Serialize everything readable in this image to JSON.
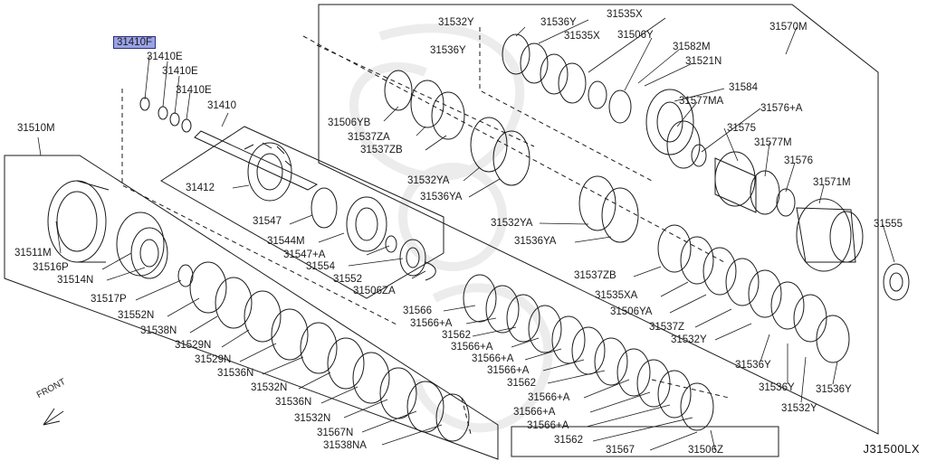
{
  "diagram": {
    "code": "J31500LX",
    "front_label": "FRONT",
    "highlighted": "31410F",
    "labels": {
      "31410F": "31410F",
      "31410E_1": "31410E",
      "31410E_2": "31410E",
      "31410E_3": "31410E",
      "31410": "31410",
      "31510M": "31510M",
      "31412": "31412",
      "31547": "31547",
      "31544M": "31544M",
      "31547A": "31547+A",
      "31554": "31554",
      "31552": "31552",
      "31506ZA": "31506ZA",
      "31511M": "31511M",
      "31516P": "31516P",
      "31514N": "31514N",
      "31517P": "31517P",
      "31552N": "31552N",
      "31538N": "31538N",
      "31529N_1": "31529N",
      "31529N_2": "31529N",
      "31536N_1": "31536N",
      "31532N_1": "31532N",
      "31536N_2": "31536N",
      "31532N_2": "31532N",
      "31567N": "31567N",
      "31538NA": "31538NA",
      "31532Y_top": "31532Y",
      "31536Y_top": "31536Y",
      "31535X": "31535X",
      "31570M": "31570M",
      "31536Y_left": "31536Y",
      "31535X_2": "31535X",
      "31506Y": "31506Y",
      "31582M": "31582M",
      "31521N": "31521N",
      "31584": "31584",
      "31577MA": "31577MA",
      "31576A": "31576+A",
      "31506YB": "31506YB",
      "31537ZA": "31537ZA",
      "31537ZB_1": "31537ZB",
      "31575": "31575",
      "31577M": "31577M",
      "31576": "31576",
      "31532YA_1": "31532YA",
      "31536YA_1": "31536YA",
      "31571M": "31571M",
      "31532YA_2": "31532YA",
      "31536YA_2": "31536YA",
      "31555": "31555",
      "31537ZB_2": "31537ZB",
      "31535XA": "31535XA",
      "31506YA": "31506YA",
      "31537Z": "31537Z",
      "31532Y_mid": "31532Y",
      "31536Y_1": "31536Y",
      "31536Y_2": "31536Y",
      "31536Y_3": "31536Y",
      "31532Y_bot": "31532Y",
      "31566": "31566",
      "31566A_1": "31566+A",
      "31562_1": "31562",
      "31566A_2": "31566+A",
      "31566A_3": "31566+A",
      "31566A_4": "31566+A",
      "31562_2": "31562",
      "31566A_5": "31566+A",
      "31566A_6": "31566+A",
      "31566A_7": "31566+A",
      "31562_3": "31562",
      "31567": "31567",
      "31506Z": "31506Z"
    }
  },
  "colors": {
    "line": "#1a1a1a",
    "highlight_fill": "#9aa3e6",
    "highlight_border": "#2c2f7a",
    "watermark": "#ececec"
  }
}
